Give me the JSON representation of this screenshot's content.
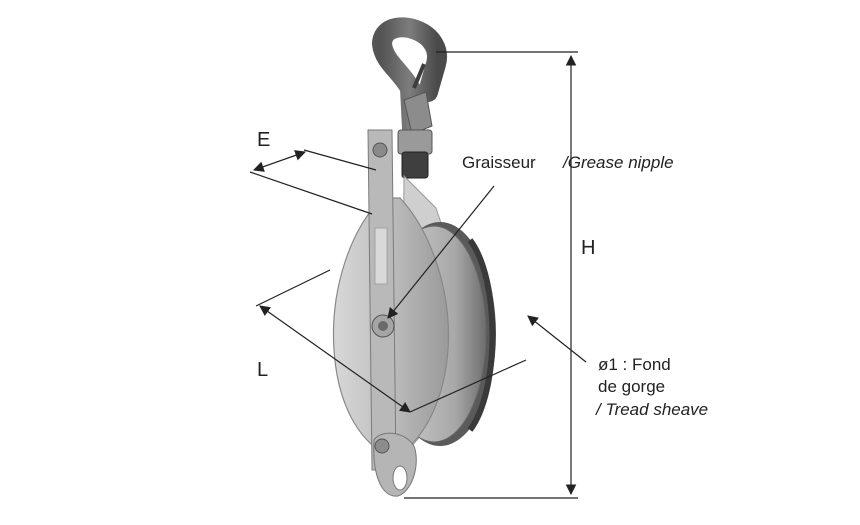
{
  "dimensions": {
    "e": "E",
    "l": "L",
    "h": "H"
  },
  "annotations": {
    "grease_fr": "Graisseur",
    "grease_en": "/Grease nipple",
    "sheave_fr_1": "ø1 : Fond",
    "sheave_fr_2": "de gorge",
    "sheave_en": "/ Tread sheave"
  },
  "colors": {
    "hook": "#6b6b6b",
    "steel_light": "#c8c8c8",
    "steel_dark": "#7a7a7a",
    "line": "#222222"
  }
}
